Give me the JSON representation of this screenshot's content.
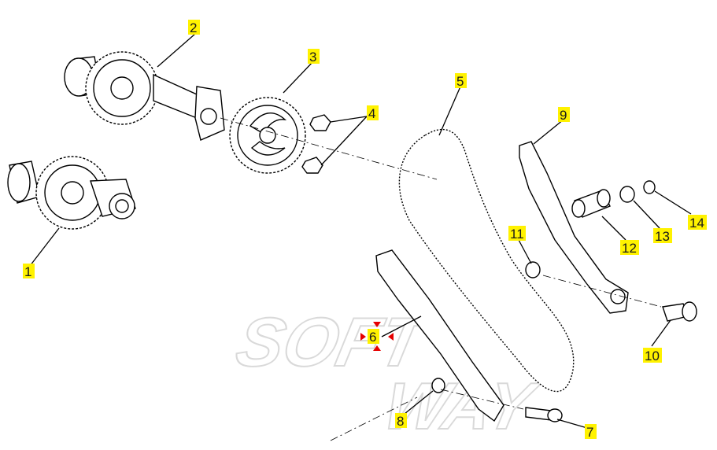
{
  "watermark": {
    "line1": "SOFT",
    "line2": "WAY"
  },
  "callouts": [
    "1",
    "2",
    "3",
    "4",
    "5",
    "6",
    "7",
    "8",
    "9",
    "10",
    "11",
    "12",
    "13",
    "14"
  ],
  "colors": {
    "highlight": "#fff200",
    "cursor": "#e60000",
    "line": "#000000"
  },
  "cursor": {
    "type": "resize-cross",
    "on_callout": "6"
  }
}
